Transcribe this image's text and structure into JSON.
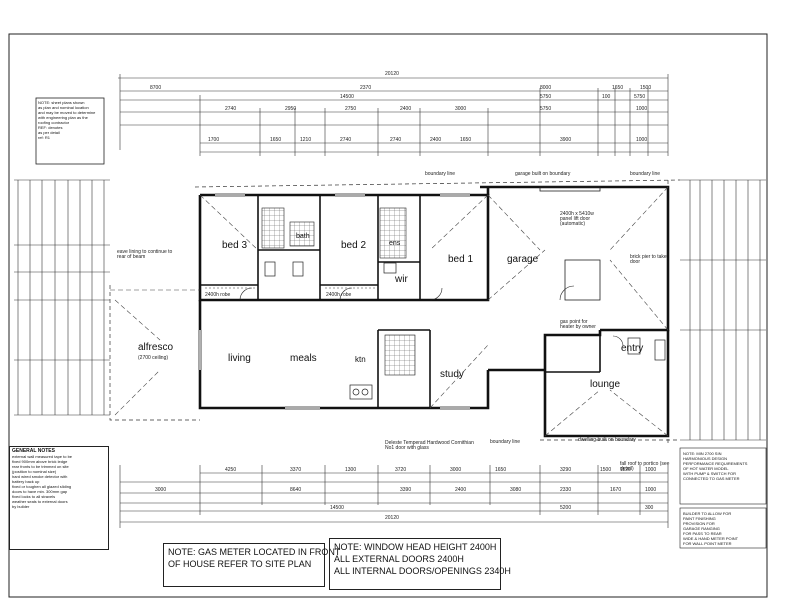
{
  "rooms": {
    "bed3": "bed 3",
    "bed2": "bed 2",
    "bed1": "bed 1",
    "garage": "garage",
    "alfresco": "alfresco",
    "living": "living",
    "meals": "meals",
    "ktn": "ktn",
    "study": "study",
    "wir": "wir",
    "entry": "entry",
    "lounge": "lounge",
    "bath": "bath",
    "ens": "ens"
  },
  "labels": {
    "robe_bed3": "2400h robe",
    "robe_bed2": "2400h robe",
    "alfresco_ceiling": "(2700 ceiling)",
    "boundary_line_top": "boundary line",
    "boundary_line_right": "boundary line",
    "boundary_line_bottom": "boundary line",
    "garage_wall": "garage built on boundary",
    "dwelling_wall": "dwelling built on boundary",
    "garage_door": "2400h x 5410w panel lift door (automatic)",
    "eave_lining": "eave lining to continue to rear of beam",
    "entry_door": "Deleste Temperad Hardwood Cornithian No1 door with glass",
    "fall_roof": "fall roof to portico (see detail)",
    "gas_point": "gas point for heater by owner",
    "brick_pier": "brick pier to take door"
  },
  "dims": {
    "overall_top": "20120",
    "overall_bottom": "20120",
    "top_row1": [
      "8700",
      "2370",
      "8000",
      "1650",
      "1500"
    ],
    "top_row2": [
      "14500",
      "5750",
      "100",
      "5750"
    ],
    "top_row3": [
      "2740",
      "2950",
      "2750",
      "2400",
      "3000",
      "5750",
      "1000"
    ],
    "top_row4": [
      "1700",
      "1650",
      "1210",
      "2740",
      "2740",
      "2400",
      "1650",
      "3900",
      "1000"
    ],
    "bottom_row1": [
      "4250",
      "3370",
      "1300",
      "3720",
      "3000",
      "1650",
      "3290",
      "1500",
      "1120",
      "1000"
    ],
    "bottom_row2": [
      "3000",
      "8640",
      "3390",
      "2400",
      "3080",
      "2330",
      "1670",
      "1000"
    ],
    "bottom_row3": [
      "14500",
      "5200",
      "300"
    ]
  },
  "notes": {
    "gas_meter": [
      "NOTE: GAS METER LOCATED IN FRONT",
      "OF HOUSE REFER TO SITE PLAN"
    ],
    "window_head": [
      "NOTE: WINDOW HEAD HEIGHT 2400H",
      "ALL EXTERNAL DOORS 2400H",
      "ALL INTERNAL DOORS/OPENINGS 2340H"
    ],
    "general_notes_title": "GENERAL NOTES",
    "general_notes": [
      "external wall measured tape to be",
      "fixed 900mm above brick ledge",
      "rear fronts to be trimmed on site",
      "(position to nominal size)",
      "hard wired smoke detector with",
      "battery back up",
      "fixed or toughen all glazed sliding",
      "doors to have min. 300mm gap",
      "fixed locks to all stravels",
      "weather seals to external doors",
      "by builder"
    ],
    "topleft_note": [
      "NOTE: sheet plans shown",
      "as plan and nominal location",
      "and may be moved to determine",
      "with engineering plan as the",
      "roofing contractor",
      "REF: denotes",
      "as per detail",
      "ref: R1"
    ],
    "right_note": [
      "NOTE: MIN 2700 SIN",
      "HARMONIOUS DESIGN",
      "PERFORMANCE REQUIREMENTS",
      "OF HOT WATER MODEL",
      "WITH PUMP & SWITCH FOR",
      "CONNECTED TO GAS METER"
    ],
    "builder_note": [
      "BUILDER TO ALLOW FOR",
      "PAINT FINISHING",
      "PROVISION FOR",
      "GARAGE RANGING",
      "FOR PASS TO REAR",
      "WIDE & HAND METER POINT",
      "FOR WALL POINT METER"
    ]
  }
}
